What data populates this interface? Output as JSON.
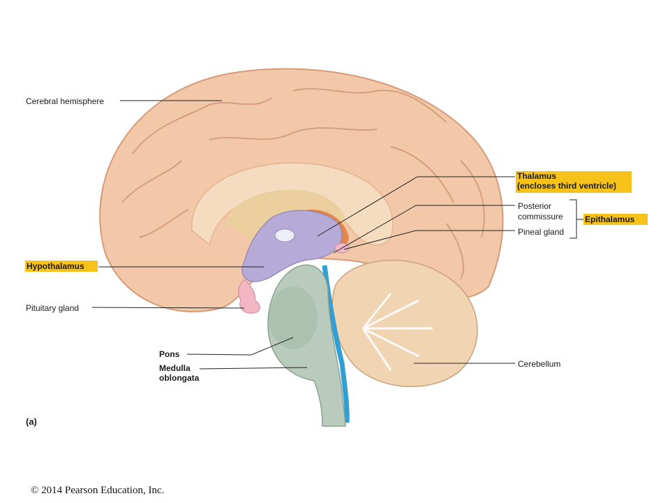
{
  "labels": {
    "cerebral_hemisphere": "Cerebral hemisphere",
    "hypothalamus": "Hypothalamus",
    "pituitary_gland": "Pituitary gland",
    "pons": "Pons",
    "medulla_line1": "Medulla",
    "medulla_line2": "oblongata",
    "thalamus_line1": "Thalamus",
    "thalamus_line2": "(encloses third ventricle)",
    "posterior_line1": "Posterior",
    "posterior_line2": "commissure",
    "pineal_gland": "Pineal gland",
    "epithalamus": "Epithalamus",
    "cerebellum": "Cerebellum"
  },
  "panel_label": "(a)",
  "copyright": "© 2014 Pearson Education, Inc.",
  "colors": {
    "cerebrum": "#f3c8a8",
    "gyri_line": "#c98e6c",
    "corpus_callosum": "#f5dcc0",
    "thalamus": "#b6abd6",
    "brainstem": "#b9cbbd",
    "ventricle": "#2f9fd4",
    "pituitary": "#f2b6c4",
    "cerebellum": "#f1d4b2",
    "highlight": "#f7c21a"
  }
}
